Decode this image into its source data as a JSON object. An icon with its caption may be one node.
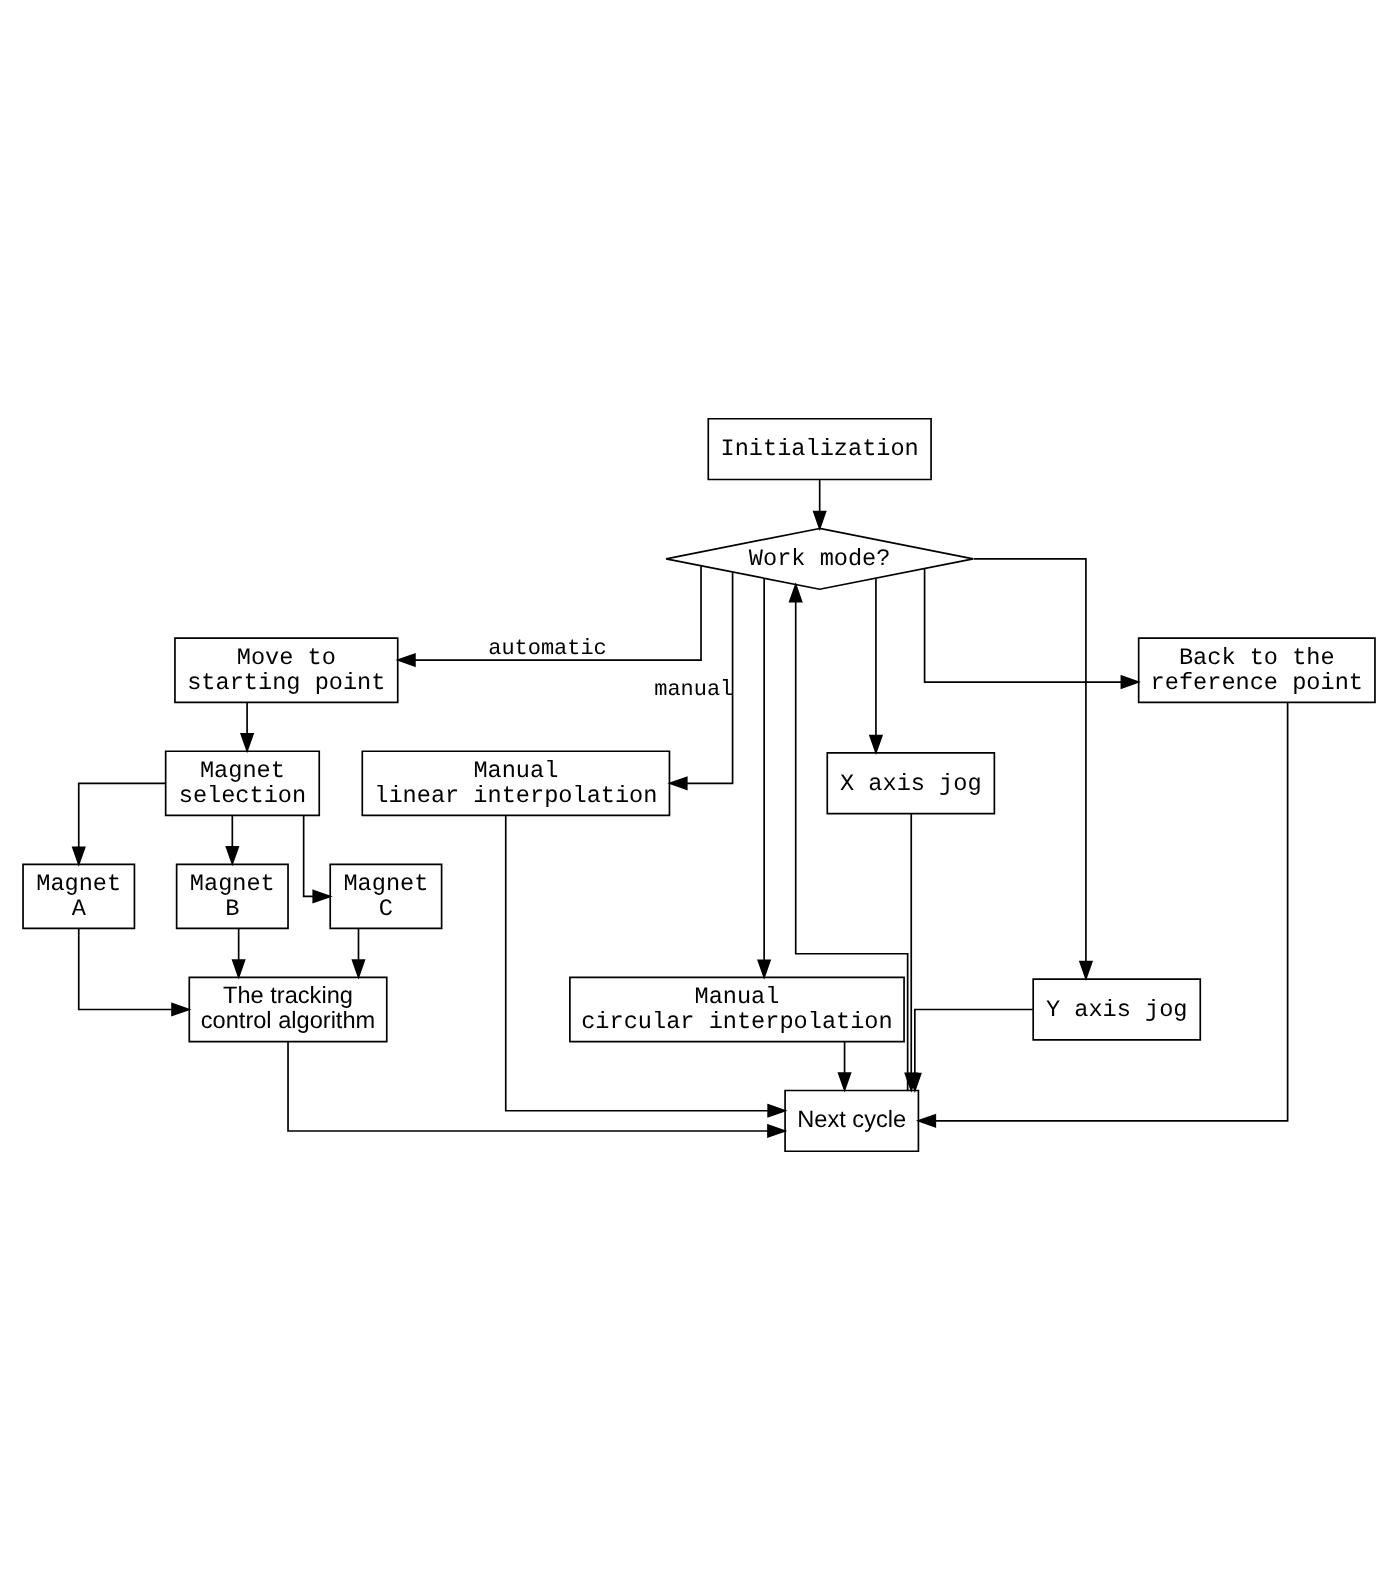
{
  "diagram": {
    "nodes": [
      {
        "text": [
          "Initialization"
        ]
      },
      {
        "text": [
          "Work mode?"
        ]
      },
      {
        "text": [
          "Move to starting point"
        ]
      },
      {
        "text": [
          "Magnet selection"
        ]
      },
      {
        "text": [
          "Magnet A"
        ]
      },
      {
        "text": [
          "Magnet B"
        ]
      },
      {
        "text": [
          "Magnet C"
        ]
      },
      {
        "text": [
          "The tracking control algorithm"
        ]
      },
      {
        "text": [
          "Manual linear interpolation"
        ]
      },
      {
        "text": [
          "Manual circular interpolation"
        ]
      },
      {
        "text": [
          "X axis jog"
        ]
      },
      {
        "text": [
          "Y axis jog"
        ]
      },
      {
        "text": [
          "Back to the reference point"
        ]
      },
      {
        "text": [
          "Next cycle"
        ]
      }
    ],
    "edges": [
      {
        "from": 0,
        "to": 1,
        "arrow": "to"
      },
      {
        "from": 1,
        "to": 2,
        "arrow": "to",
        "label": "automatic"
      },
      {
        "from": 1,
        "to": 8,
        "arrow": "to",
        "label": "manual"
      },
      {
        "from": 1,
        "to": 9,
        "arrow": "to"
      },
      {
        "from": 1,
        "to": 10,
        "arrow": "to"
      },
      {
        "from": 1,
        "to": 11,
        "arrow": "to"
      },
      {
        "from": 1,
        "to": 12,
        "arrow": "to"
      },
      {
        "from": 2,
        "to": 3,
        "arrow": "to"
      },
      {
        "from": 3,
        "to": 4,
        "arrow": "to"
      },
      {
        "from": 3,
        "to": 5,
        "arrow": "to"
      },
      {
        "from": 3,
        "to": 6,
        "arrow": "to"
      },
      {
        "from": 4,
        "to": 7,
        "arrow": "to"
      },
      {
        "from": 5,
        "to": 7,
        "arrow": "to"
      },
      {
        "from": 6,
        "to": 7,
        "arrow": "to"
      },
      {
        "from": 7,
        "to": 13,
        "arrow": "to"
      },
      {
        "from": 8,
        "to": 13,
        "arrow": "to"
      },
      {
        "from": 9,
        "to": 13,
        "arrow": "to"
      },
      {
        "from": 10,
        "to": 13,
        "arrow": "to"
      },
      {
        "from": 11,
        "to": 13,
        "arrow": "to"
      },
      {
        "from": 12,
        "to": 13,
        "arrow": "to"
      },
      {
        "from": 13,
        "to": 1,
        "arrow": "to"
      }
    ]
  }
}
